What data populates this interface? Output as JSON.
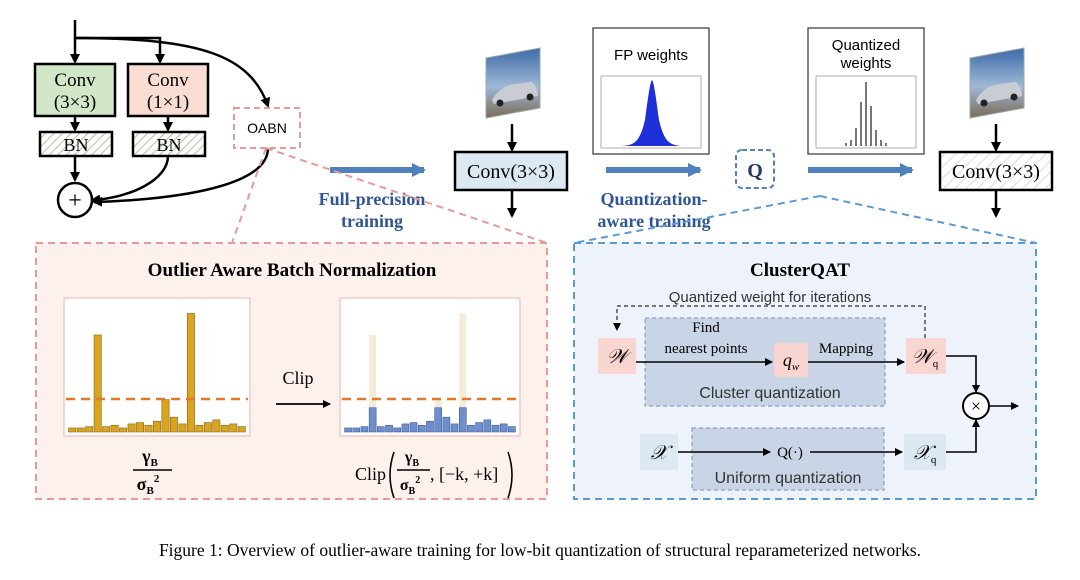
{
  "top_block": {
    "conv_green_l1": "Conv",
    "conv_green_l2": "(3×3)",
    "conv_pink_l1": "Conv",
    "conv_pink_l2": "(1×1)",
    "bn_left": "BN",
    "bn_right": "BN",
    "oabn": "OABN",
    "plus": "+"
  },
  "pipeline": {
    "conv_mid": "Conv(3×3)",
    "conv_right": "Conv(3×3)",
    "fp_stage_l1": "Full-precision",
    "fp_stage_l2": "training",
    "qat_stage_l1": "Quantization-",
    "qat_stage_l2": "aware training",
    "q_box": "Q",
    "fp_weights": "FP weights",
    "quant_weights_l1": "Quantized",
    "quant_weights_l2": "weights"
  },
  "oabn_panel": {
    "title": "Outlier Aware Batch Normalization",
    "clip_label": "Clip",
    "formula_gamma": "γ",
    "formula_sigma": "σ",
    "formula_sub": "B",
    "formula_sup": "2",
    "clip_func": "Clip",
    "clip_range": ", [−k, +k]"
  },
  "cluster_panel": {
    "title": "ClusterQAT",
    "feedback_label": "Quantized weight for iterations",
    "w": "𝒲",
    "wq": "𝒲",
    "wq_sub": "q",
    "qw": "q",
    "qw_sub": "w",
    "find_l1": "Find",
    "find_l2": "nearest points",
    "mapping": "Mapping",
    "cluster_quant": "Cluster quantization",
    "x": "𝒳",
    "xq": "𝒳",
    "xq_sub": "q",
    "qop": "Q(·)",
    "uniform_quant": "Uniform quantization",
    "times": "×"
  },
  "caption": "Figure 1: Overview of outlier-aware training for low-bit quantization of structural reparameterized networks.",
  "colors": {
    "green_fill": "#d2e6c8",
    "pink_fill": "#f9dcd2",
    "oabn_border": "#e89a96",
    "blue_arrow": "#4f81bd",
    "bar_gold": "#d9a520",
    "bar_blue": "#6f8fcc",
    "clip_line": "#e07a2a",
    "panel_blue_border": "#5b9bd5",
    "panel_blue_fill": "#eef3fb",
    "cell_pink": "#f8d5cf",
    "cell_lightblue": "#dce9f3",
    "inner_grey": "#c9d4e6"
  },
  "chart_data": [
    {
      "type": "bar",
      "title": "",
      "values": [
        3,
        3,
        4,
        72,
        4,
        5,
        3,
        6,
        7,
        5,
        8,
        24,
        11,
        6,
        88,
        5,
        7,
        9,
        5,
        6,
        4
      ],
      "ylim": [
        0,
        95
      ]
    },
    {
      "type": "bar",
      "title": "",
      "values": [
        3,
        3,
        4,
        72,
        4,
        5,
        3,
        6,
        7,
        5,
        8,
        24,
        11,
        6,
        88,
        5,
        7,
        9,
        5,
        6,
        4
      ],
      "clip_threshold": 18,
      "ylim": [
        0,
        95
      ]
    }
  ]
}
